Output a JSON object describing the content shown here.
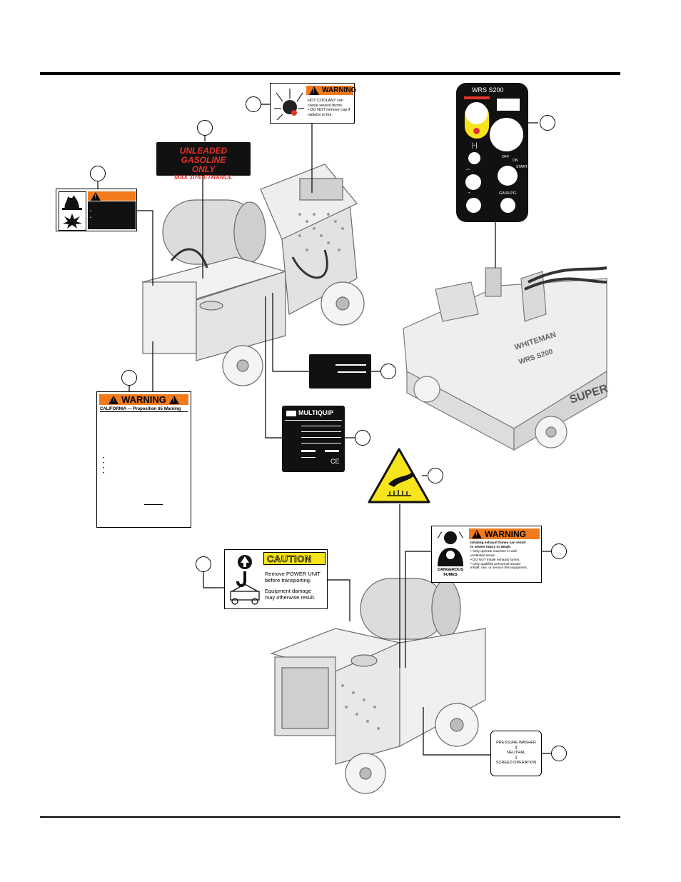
{
  "labels": {
    "hot_coolant": {
      "header": "WARNING",
      "line1": "HOT COOLANT can",
      "line2": "cause severe burns.",
      "line3": "• DO NOT remove cap if",
      "line4": "radiator is hot."
    },
    "unleaded": {
      "line1": "UNLEADED GASOLINE",
      "line2": "ONLY",
      "line3": "MAX 10% ETHANOL"
    },
    "prop65": {
      "header": "WARNING",
      "title": "CALIFORNIA — Proposition 65 Warning"
    },
    "multiquip": {
      "brand": "MULTIQUIP",
      "mark": "CE"
    },
    "control_panel": {
      "model": "WRS S200",
      "off": "OFF",
      "on": "ON",
      "start": "START",
      "gas_lpg": "GAS/LPG"
    },
    "exhaust": {
      "header": "WARNING",
      "line1": "Inhaling exhaust fumes can result",
      "line2": "in severe injury or death.",
      "line3": "• Only operate machine in well-",
      "line4": "ventilated areas.",
      "line5": "• DO NOT inhale exhaust fumes.",
      "line6": "• Only qualified personnel should",
      "line7": "install, use, or service this equipment.",
      "caption1": "DANGEROUS",
      "caption2": "FUMES"
    },
    "caution": {
      "header": "CAUTION",
      "line1": "Remove POWER UNIT",
      "line2": "before transporting.",
      "line3": "Equipment damage",
      "line4": "may otherwise result."
    },
    "pressure": {
      "top": "PRESSURE WASHER",
      "mid": "NEUTRAL",
      "bottom": "SCREED OPERATION"
    },
    "screed": {
      "brand": "WHITEMAN",
      "model": "WRS S200",
      "brand2": "SUPER"
    }
  },
  "colors": {
    "warning_orange": "#f07a1c",
    "caution_yellow": "#f6e41c",
    "hot_red": "#e0342a",
    "decal_black": "#111111"
  }
}
